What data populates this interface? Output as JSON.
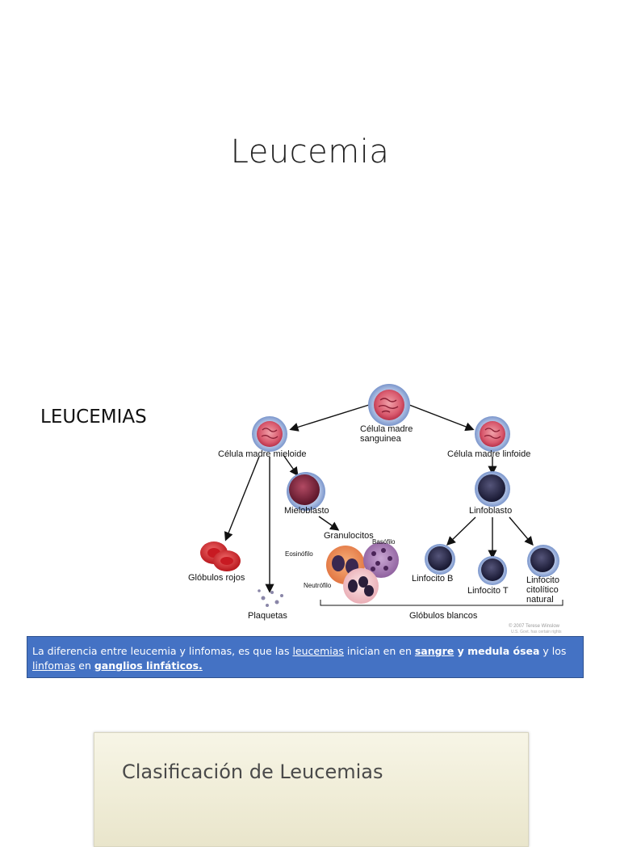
{
  "slide": {
    "title": "Leucemia"
  },
  "section": {
    "heading": "LEUCEMIAS"
  },
  "diagram": {
    "labels": {
      "stem_cell_1": "Célula madre",
      "stem_cell_2": "sanguinea",
      "myeloid": "Célula madre mieloide",
      "lymphoid": "Célula madre linfoide",
      "myeloblast": "Mieloblasto",
      "lymphoblast": "Linfoblasto",
      "granulocytes": "Granulocitos",
      "eosinophil": "Eosinófilo",
      "basophil": "Basófilo",
      "neutrophil": "Neutrófilo",
      "red_cells": "Glóbulos rojos",
      "platelets": "Plaquetas",
      "white_cells": "Glóbulos blancos",
      "b_cell": "Linfocito B",
      "t_cell": "Linfocito T",
      "nk_1": "Linfocito",
      "nk_2": "citolítico",
      "nk_3": "natural",
      "copyright_1": "© 2007 Terese Winslow",
      "copyright_2": "U.S. Govt. has certain rights"
    },
    "colors": {
      "cell_pink": "#d95a6e",
      "cell_halo": "#8aa6d8",
      "red_cell": "#d9262e",
      "blast": "#7a2338",
      "lymph_dark": "#2a2a4a",
      "neutro": "#f3c3c9"
    }
  },
  "note": {
    "part1": "La diferencia entre leucemia y linfomas, es que las ",
    "link1": "leucemias",
    "part2": " inician en en ",
    "bold1": "sangre",
    "part3": " y medula ósea",
    "part4": " y los ",
    "link2": "linf",
    "link3": "omas",
    "part5": " en ",
    "bold2": "ganglios linfáticos."
  },
  "next_slide": {
    "title": "Clasificación de Leucemias"
  }
}
